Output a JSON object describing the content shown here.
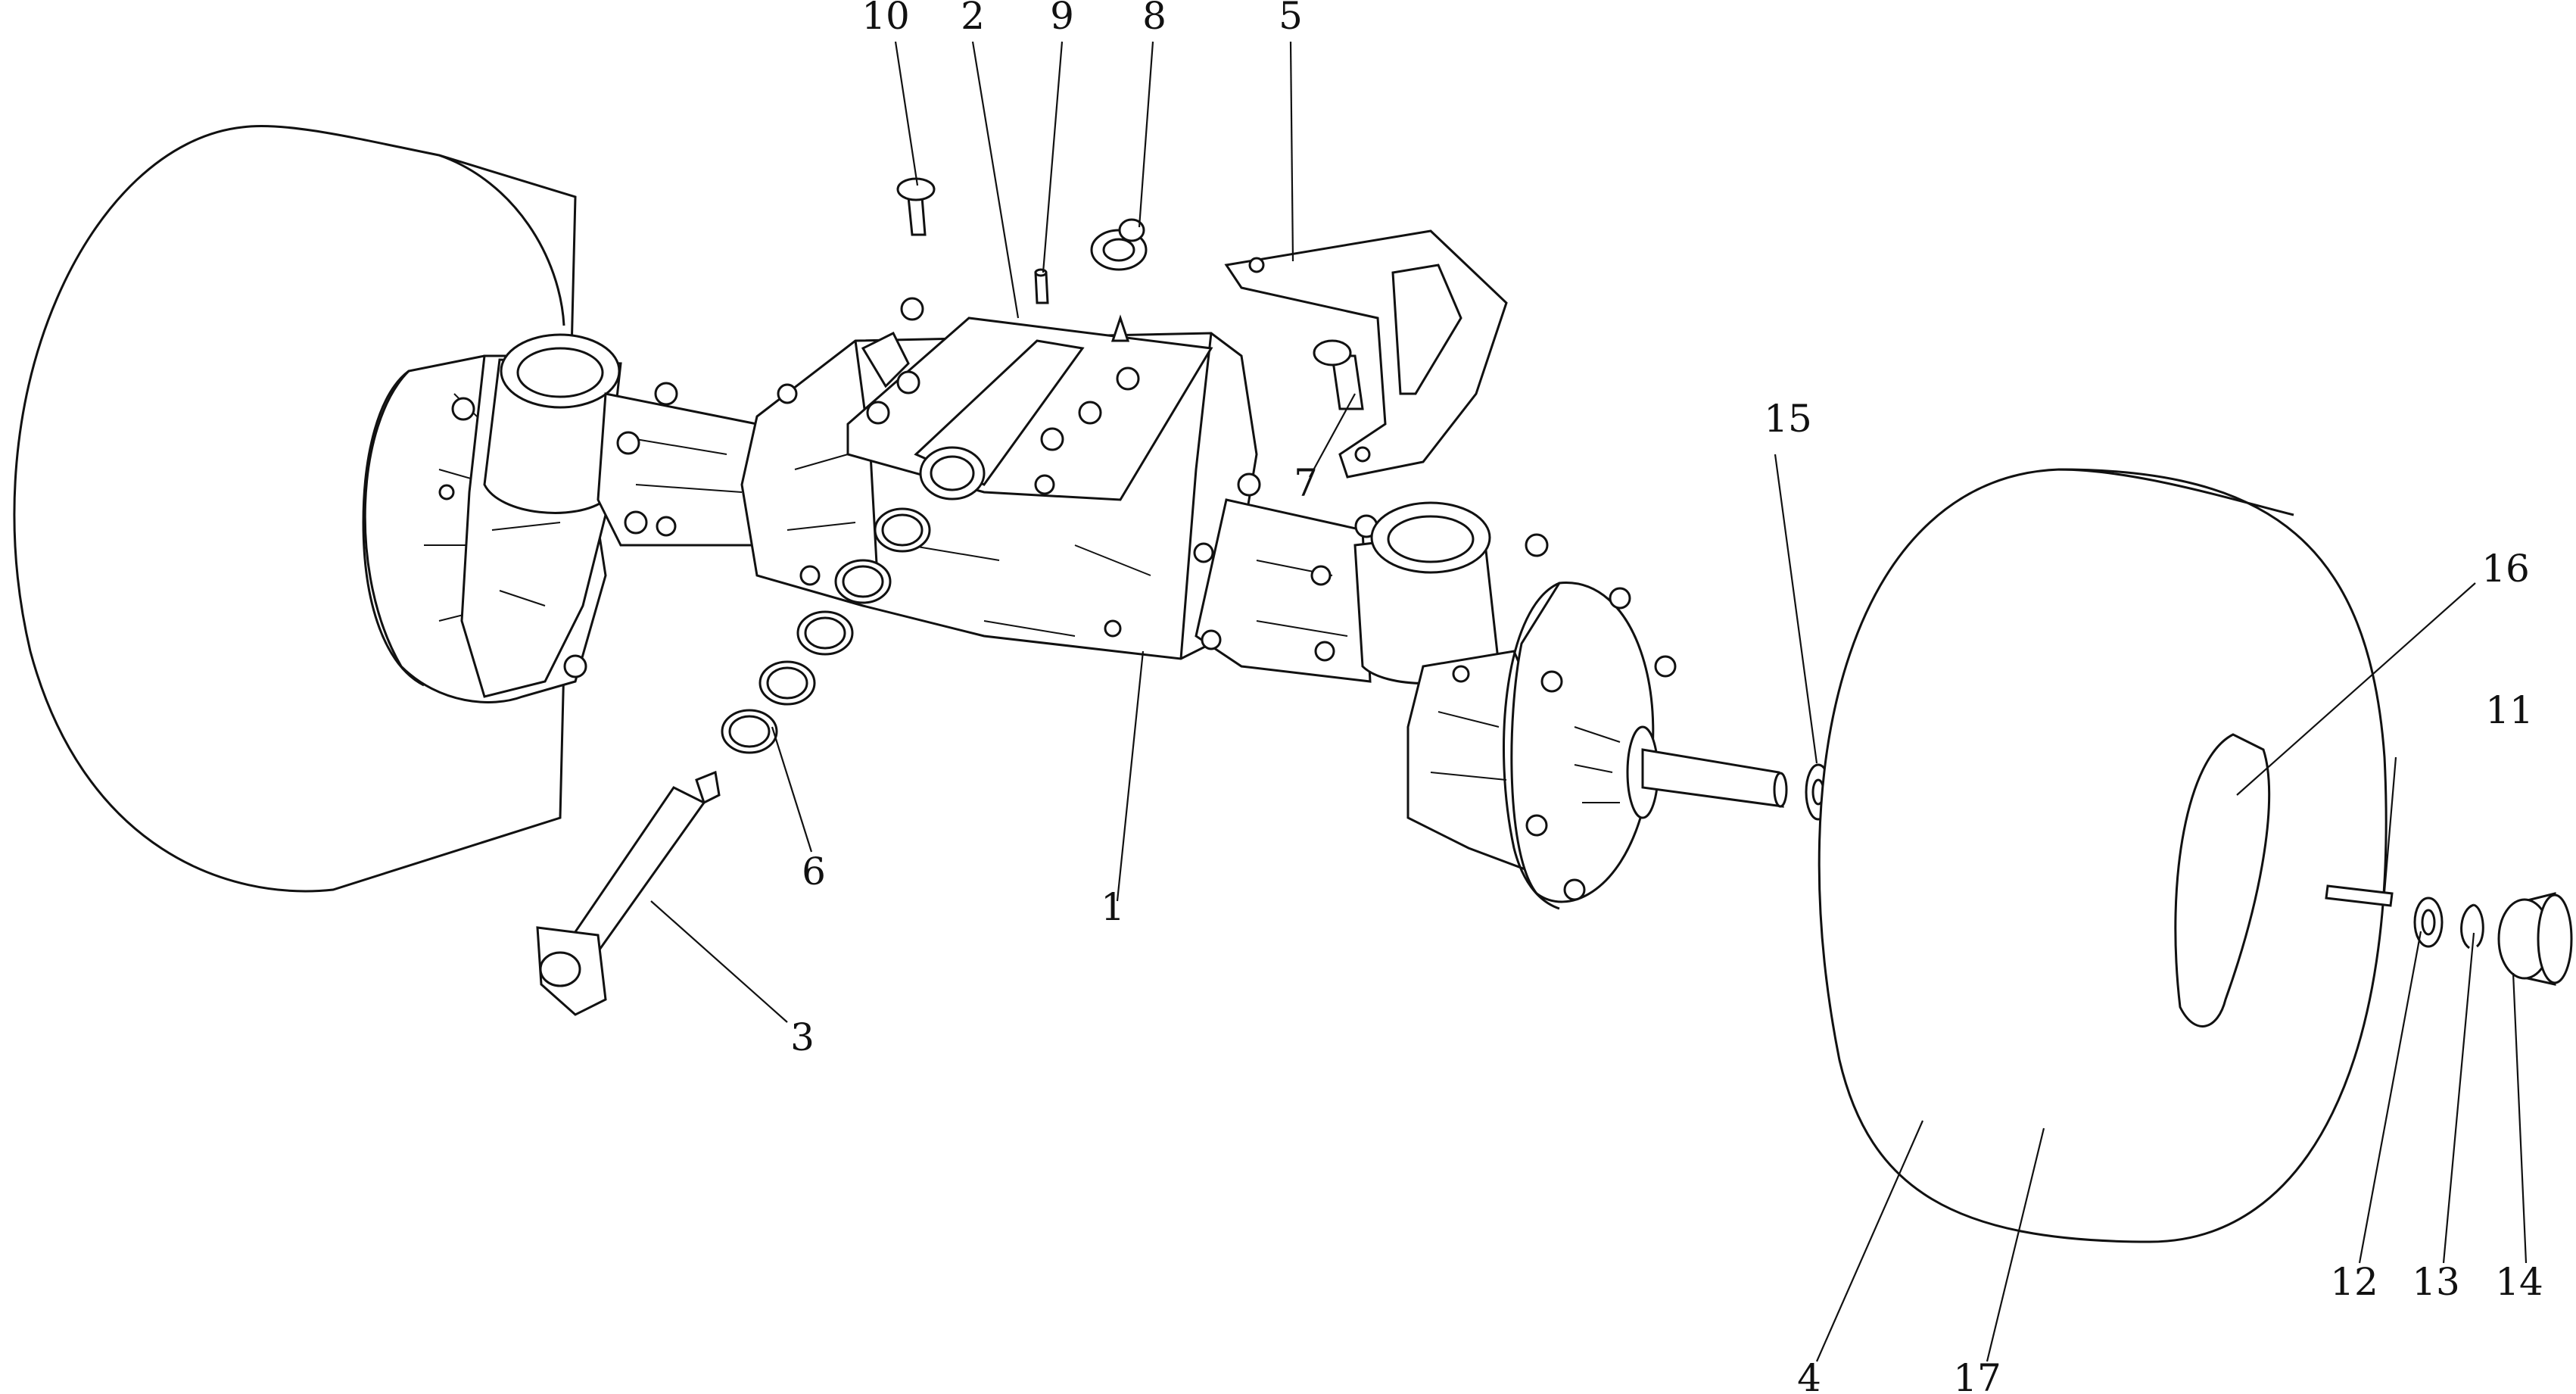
{
  "callouts": [
    {
      "id": "c1",
      "label": "1"
    },
    {
      "id": "c2",
      "label": "2"
    },
    {
      "id": "c3",
      "label": "3"
    },
    {
      "id": "c4",
      "label": "4"
    },
    {
      "id": "c5",
      "label": "5"
    },
    {
      "id": "c6",
      "label": "6"
    },
    {
      "id": "c7",
      "label": "7"
    },
    {
      "id": "c8",
      "label": "8"
    },
    {
      "id": "c9",
      "label": "9"
    },
    {
      "id": "c10",
      "label": "10"
    },
    {
      "id": "c11",
      "label": "11"
    },
    {
      "id": "c12",
      "label": "12"
    },
    {
      "id": "c13",
      "label": "13"
    },
    {
      "id": "c14",
      "label": "14"
    },
    {
      "id": "c15",
      "label": "15"
    },
    {
      "id": "c16",
      "label": "16"
    },
    {
      "id": "c17",
      "label": "17"
    }
  ],
  "colors": {
    "line": "#111111",
    "background": "#ffffff"
  }
}
